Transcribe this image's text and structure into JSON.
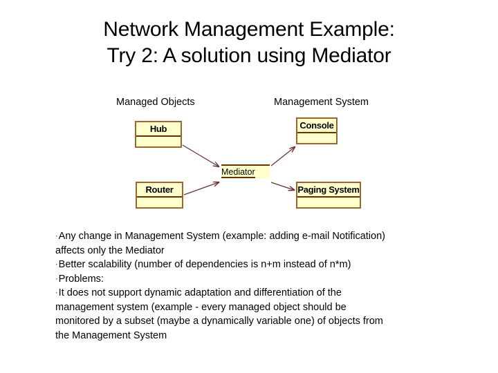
{
  "slide": {
    "title_lines": [
      "Network Management Example:",
      "Try 2: A  solution using Mediator"
    ]
  },
  "diagram": {
    "column_headers": {
      "left": "Managed Objects",
      "right": "Management System"
    },
    "nodes": [
      {
        "id": "hub",
        "label": "Hub"
      },
      {
        "id": "router",
        "label": "Router"
      },
      {
        "id": "mediator",
        "label": "Mediator"
      },
      {
        "id": "console",
        "label": "Console"
      },
      {
        "id": "paging-system",
        "label": "Paging System"
      }
    ],
    "connections": [
      {
        "from": "Hub",
        "to": "Mediator",
        "direction": "to"
      },
      {
        "from": "Router",
        "to": "Mediator",
        "direction": "to"
      },
      {
        "from": "Mediator",
        "to": "Console",
        "direction": "to"
      },
      {
        "from": "Mediator",
        "to": "Paging System",
        "direction": "to"
      }
    ],
    "colors": {
      "node_fill": "#ffffcc",
      "node_border": "#996633",
      "node_divider": "#663300",
      "connector": "#663333"
    }
  },
  "body": {
    "bullet_char": "·",
    "paragraphs": [
      {
        "bullet": true,
        "text": "Any change in Management System (example: adding e-mail Notification)"
      },
      {
        "bullet": false,
        "text": "affects only the Mediator"
      },
      {
        "bullet": true,
        "text": "Better scalability (number of dependencies is n+m instead of n*m)"
      },
      {
        "bullet": true,
        "text": "Problems:"
      },
      {
        "bullet": true,
        "text": "It does not support dynamic adaptation and differentiation of the"
      },
      {
        "bullet": false,
        "text": "management system  (example -  every managed object should be"
      },
      {
        "bullet": false,
        "text": "monitored by a subset (maybe a dynamically variable one) of objects from"
      },
      {
        "bullet": false,
        "text": "the Management System"
      }
    ]
  }
}
